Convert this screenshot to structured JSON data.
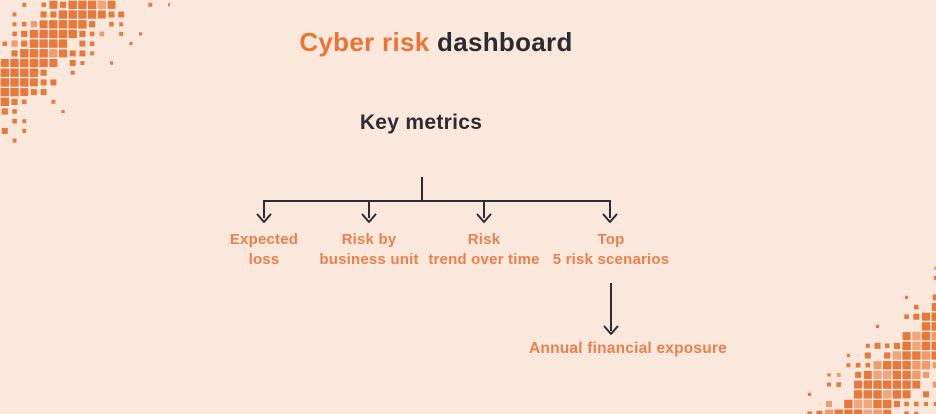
{
  "title": {
    "highlight": "Cyber risk",
    "rest": " dashboard"
  },
  "subtitle": "Key metrics",
  "branches": [
    {
      "label": "Expected\nloss"
    },
    {
      "label": "Risk by\nbusiness unit"
    },
    {
      "label": "Risk\ntrend over time"
    },
    {
      "label": "Top\n5 risk scenarios"
    }
  ],
  "sub_branch": {
    "from_branch_index": 3,
    "label": "Annual financial exposure"
  },
  "colors": {
    "background": "#FAE8DC",
    "accent": "#EC7434",
    "label_orange": "#E9804E",
    "dark": "#2C2B33",
    "decor_orange": "#E8793C",
    "decor_orange_light": "#F09B6D"
  }
}
